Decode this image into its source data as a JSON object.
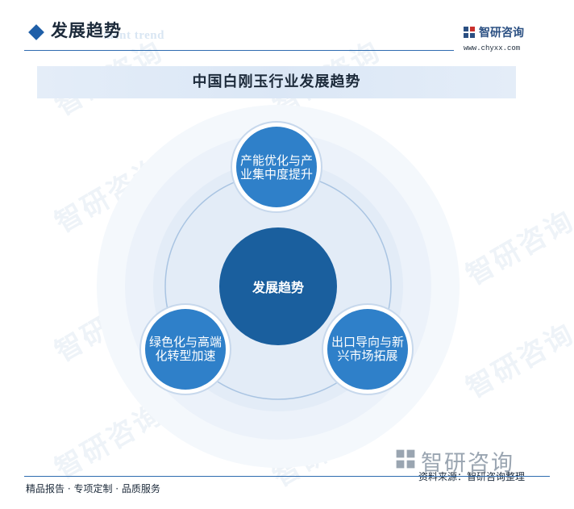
{
  "header": {
    "title": "发展趋势",
    "subtitle": "ment trend",
    "brand_name": "智研咨询",
    "brand_url": "www.chyxx.com"
  },
  "banner": {
    "title": "中国白刚玉行业发展趋势"
  },
  "diagram": {
    "center": "发展趋势",
    "nodes": [
      {
        "label": "产能优化与产业集中度提升"
      },
      {
        "label": "出口导向与新兴市场拓展"
      },
      {
        "label": "绿色化与高端化转型加速"
      }
    ]
  },
  "watermark": {
    "text": "智研咨询",
    "logo": "chyxx-logo-icon"
  },
  "footer": {
    "left": "精品报告 · 专项定制 · 品质服务",
    "source": "资料来源：智研咨询整理",
    "brand_name": "智研咨询"
  },
  "colors": {
    "primary": "#1f5fa8",
    "center_fill": "#1a5f9e",
    "node_fill": "#2f80c9",
    "ring": "#a9c4e2",
    "halo_outer": "#f4f8fc",
    "halo_inner": "#e6eef8"
  }
}
